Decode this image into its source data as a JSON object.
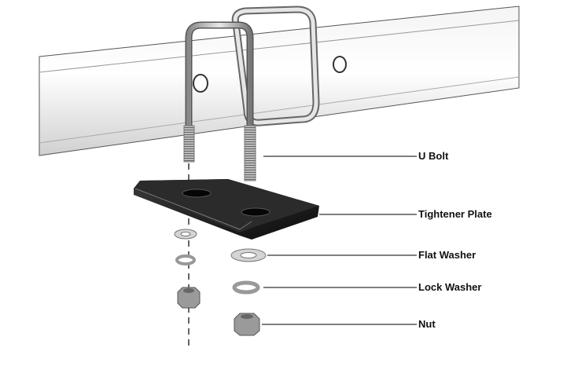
{
  "labels": {
    "u_bolt": "U Bolt",
    "tightener_plate": "Tightener Plate",
    "flat_washer": "Flat Washer",
    "lock_washer": "Lock Washer",
    "nut": "Nut"
  },
  "colors": {
    "plate": "#1a1a1a",
    "steel": "#bdbdbd",
    "leader": "#333333"
  }
}
